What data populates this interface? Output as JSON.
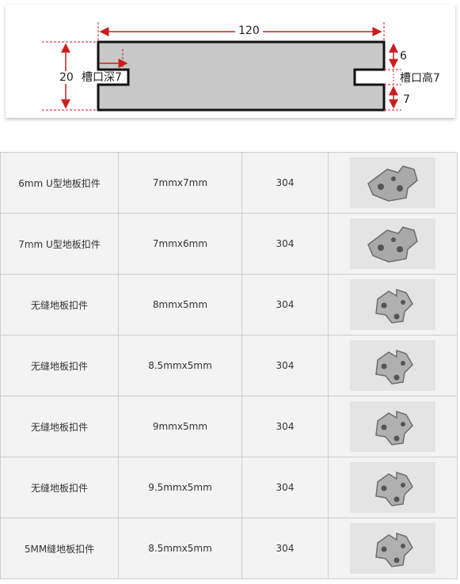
{
  "diagram": {
    "width_label": "120",
    "height_label": "20",
    "depth_label": "槽口深7",
    "top_label": "6",
    "slot_height_label": "槽口高7",
    "bottom_label": "7",
    "colors": {
      "board_fill": "#c8c8c8",
      "dimension": "#cc1e1e",
      "outline": "#111111"
    }
  },
  "table": {
    "rows": [
      {
        "name": "6mm U型地板扣件",
        "size": "7mmx7mm",
        "material": "304",
        "image": "u-clip-image"
      },
      {
        "name": "7mm U型地板扣件",
        "size": "7mmx6mm",
        "material": "304",
        "image": "u-clip-image"
      },
      {
        "name": "无缝地板扣件",
        "size": "8mmx5mm",
        "material": "304",
        "image": "seamless-clip-image"
      },
      {
        "name": "无缝地板扣件",
        "size": "8.5mmx5mm",
        "material": "304",
        "image": "seamless-clip-image"
      },
      {
        "name": "无缝地板扣件",
        "size": "9mmx5mm",
        "material": "304",
        "image": "seamless-clip-image"
      },
      {
        "name": "无缝地板扣件",
        "size": "9.5mmx5mm",
        "material": "304",
        "image": "seamless-clip-image"
      },
      {
        "name": "5MM缝地板扣件",
        "size": "8.5mmx5mm",
        "material": "304",
        "image": "seamless-clip-image"
      }
    ]
  }
}
